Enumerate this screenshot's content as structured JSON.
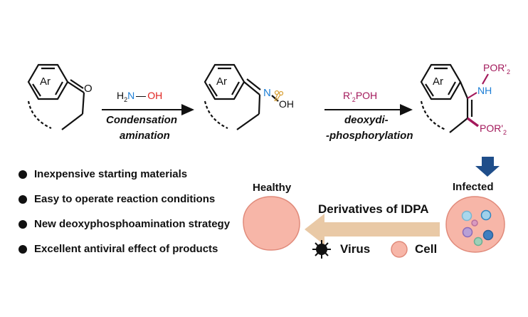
{
  "reactant": {
    "ar": "Ar",
    "o": "O"
  },
  "step1": {
    "reagent_h": "H",
    "reagent_sub": "2",
    "reagent_n": "N",
    "reagent_oh": "OH",
    "line1": "Condensation",
    "line2": "amination"
  },
  "oxime": {
    "ar": "Ar",
    "n": "N",
    "oh": "OH"
  },
  "step2": {
    "reagent": "R'",
    "reagent_sub": "2",
    "reagent_rest": "POH",
    "line1": "deoxydi-",
    "line2": "-phosphorylation"
  },
  "product": {
    "ar": "Ar",
    "nh": "NH",
    "por_top": "POR'",
    "por_top_sub": "2",
    "por_bottom": "POR'",
    "por_bottom_sub": "2"
  },
  "bullets": [
    "Inexpensive starting materials",
    "Easy to operate reaction conditions",
    "New deoxyphosphoamination strategy",
    "Excellent antiviral effect of products"
  ],
  "cells": {
    "healthy": "Healthy",
    "infected": "Infected",
    "arrow_label": "Derivatives of IDPA"
  },
  "legend": {
    "virus": "Virus",
    "cell": "Cell"
  },
  "colors": {
    "blue": "#1e7fd6",
    "red": "#e0231f",
    "magenta": "#a3195b",
    "cell_fill": "#f7b6a8",
    "arrow_fill": "#e9c9a6",
    "down_arrow": "#1f4e8a"
  }
}
